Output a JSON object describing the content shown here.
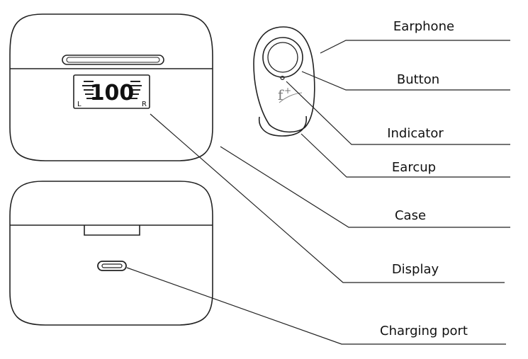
{
  "labels": {
    "earphone": "Earphone",
    "button": "Button",
    "indicator": "Indicator",
    "earcup": "Earcup",
    "case": "Case",
    "display": "Display",
    "charging_port": "Charging port"
  },
  "display_panel": {
    "value": "100",
    "left": "L",
    "right": "R"
  },
  "logo": {
    "letter": "f",
    "mark": "+"
  }
}
